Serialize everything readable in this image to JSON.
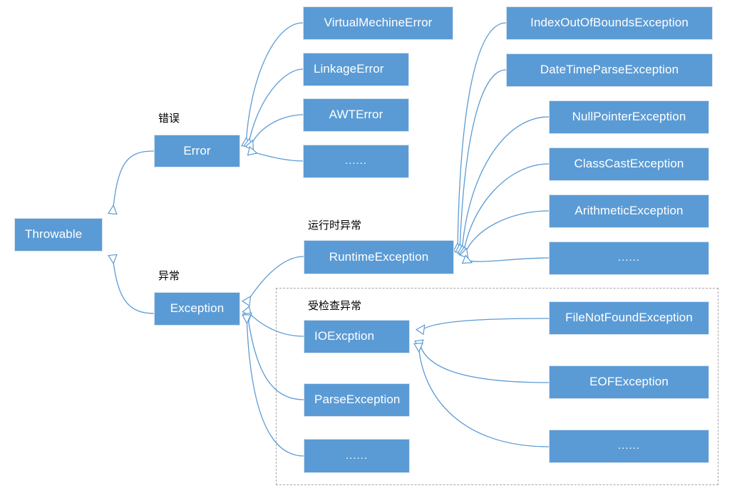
{
  "diagram": {
    "title": "Java Throwable hierarchy",
    "accent_color": "#5B9BD5",
    "line_color": "#5B9BD5",
    "dashed_border_color": "#a6a6a6",
    "text_color": "#ffffff",
    "caption_color": "#000000",
    "background": "#ffffff"
  },
  "captions": {
    "error": "错误",
    "exception": "异常",
    "runtime_exception": "运行时异常",
    "checked_exception": "受检查异常"
  },
  "nodes": {
    "throwable": "Throwable",
    "error": "Error",
    "exception": "Exception",
    "runtime_exception": "RuntimeException",
    "io_exception": "IOExcption",
    "parse_exception": "ParseException",
    "exception_more": "......",
    "virtual_machine_error": "VirtualMechineError",
    "linkage_error": "LinkageError",
    "awt_error": "AWTError",
    "error_more": "......",
    "index_out_of_bounds_exception": "IndexOutOfBoundsException",
    "date_time_parse_exception": "DateTimeParseException",
    "null_pointer_exception": "NullPointerException",
    "class_cast_exception": "ClassCastException",
    "arithmetic_exception": "ArithmeticException",
    "runtime_more": "......",
    "file_not_found_exception": "FileNotFoundException",
    "eof_exception": "EOFException",
    "io_more": "......"
  }
}
